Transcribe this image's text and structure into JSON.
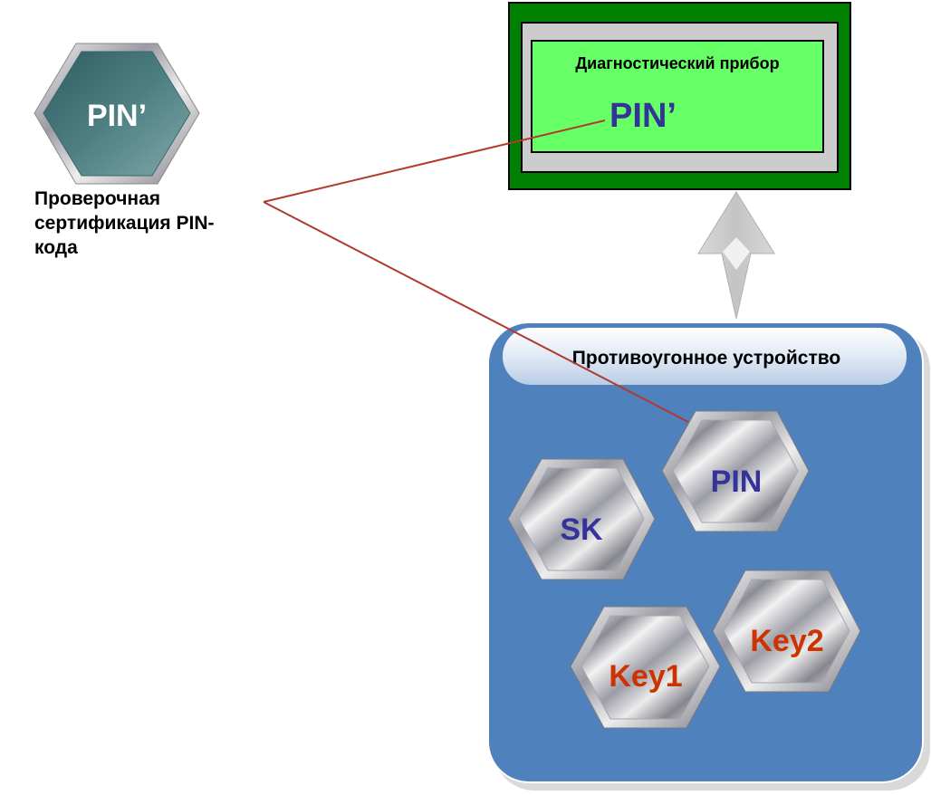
{
  "colors": {
    "device_green": "#66ff66",
    "device_frame": "#008000",
    "antitheft_blue": "#4f81bd",
    "pin_text_blue": "#333399",
    "key_text_red": "#cc3300",
    "connector_red": "#b03a2e",
    "pin_prime_hex": "#4d7f82"
  },
  "standalone_hex": {
    "label": "PIN’",
    "icon": "hexagon-dark-teal"
  },
  "caption": {
    "text": "Проверочная сертификация PIN-кода"
  },
  "diagnostic_device": {
    "title": "Диагностический прибор",
    "value": "PIN’"
  },
  "link_arrow": {
    "icon": "double-headed-vertical-arrow"
  },
  "antitheft_device": {
    "title": "Противоугонное устройство",
    "items": [
      {
        "label": "SK",
        "kind": "hexagon-silver",
        "text_color": "#333399"
      },
      {
        "label": "PIN",
        "kind": "hexagon-silver",
        "text_color": "#333399"
      },
      {
        "label": "Key1",
        "kind": "hexagon-silver",
        "text_color": "#cc3300"
      },
      {
        "label": "Key2",
        "kind": "hexagon-silver",
        "text_color": "#cc3300"
      }
    ]
  }
}
